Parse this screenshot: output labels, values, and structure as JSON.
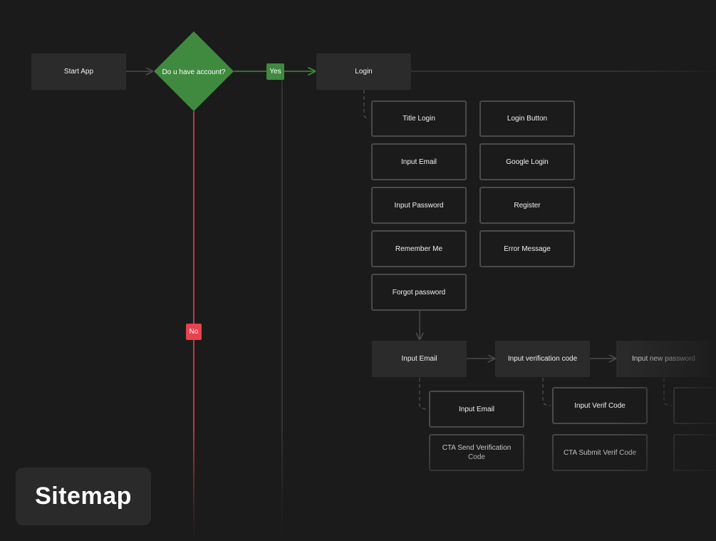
{
  "colors": {
    "background": "#1b1b1b",
    "node_fill": "#2b2b2b",
    "node_border": "#4a4a4a",
    "decision": "#3f8a3f",
    "yes": "#3f8a3f",
    "no": "#e8414f",
    "connector": "#3a3a3a"
  },
  "flow": {
    "start": "Start App",
    "decision": "Do u have account?",
    "yes_label": "Yes",
    "no_label": "No",
    "login": "Login"
  },
  "login_components": {
    "left": [
      "Title Login",
      "Input Email",
      "Input Password",
      "Remember Me",
      "Forgot password"
    ],
    "right": [
      "Login Button",
      "Google Login",
      "Register",
      "Error Message"
    ]
  },
  "forgot_flow": {
    "steps": [
      "Input Email",
      "Input verification code",
      "Input new password"
    ],
    "step1_children": [
      "Input Email",
      "CTA Send Verification Code"
    ],
    "step2_children": [
      "Input Verif Code",
      "CTA Submit Verif Code"
    ]
  },
  "footer": {
    "title": "Sitemap"
  }
}
